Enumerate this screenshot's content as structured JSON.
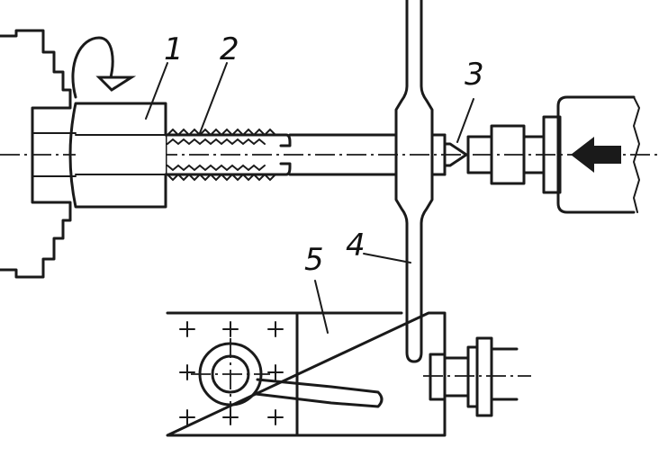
{
  "labels": [
    {
      "id": "1",
      "text": "1"
    },
    {
      "id": "2",
      "text": "2"
    },
    {
      "id": "3",
      "text": "3"
    },
    {
      "id": "4",
      "text": "4"
    },
    {
      "id": "5",
      "text": "5"
    }
  ],
  "icons": {
    "rotation": "curved-rotation-arrow-icon",
    "feed": "feed-arrow-icon",
    "plus": "plus-mark-icon"
  },
  "colors": {
    "ink": "#1a1a1a",
    "paper": "#ffffff"
  }
}
